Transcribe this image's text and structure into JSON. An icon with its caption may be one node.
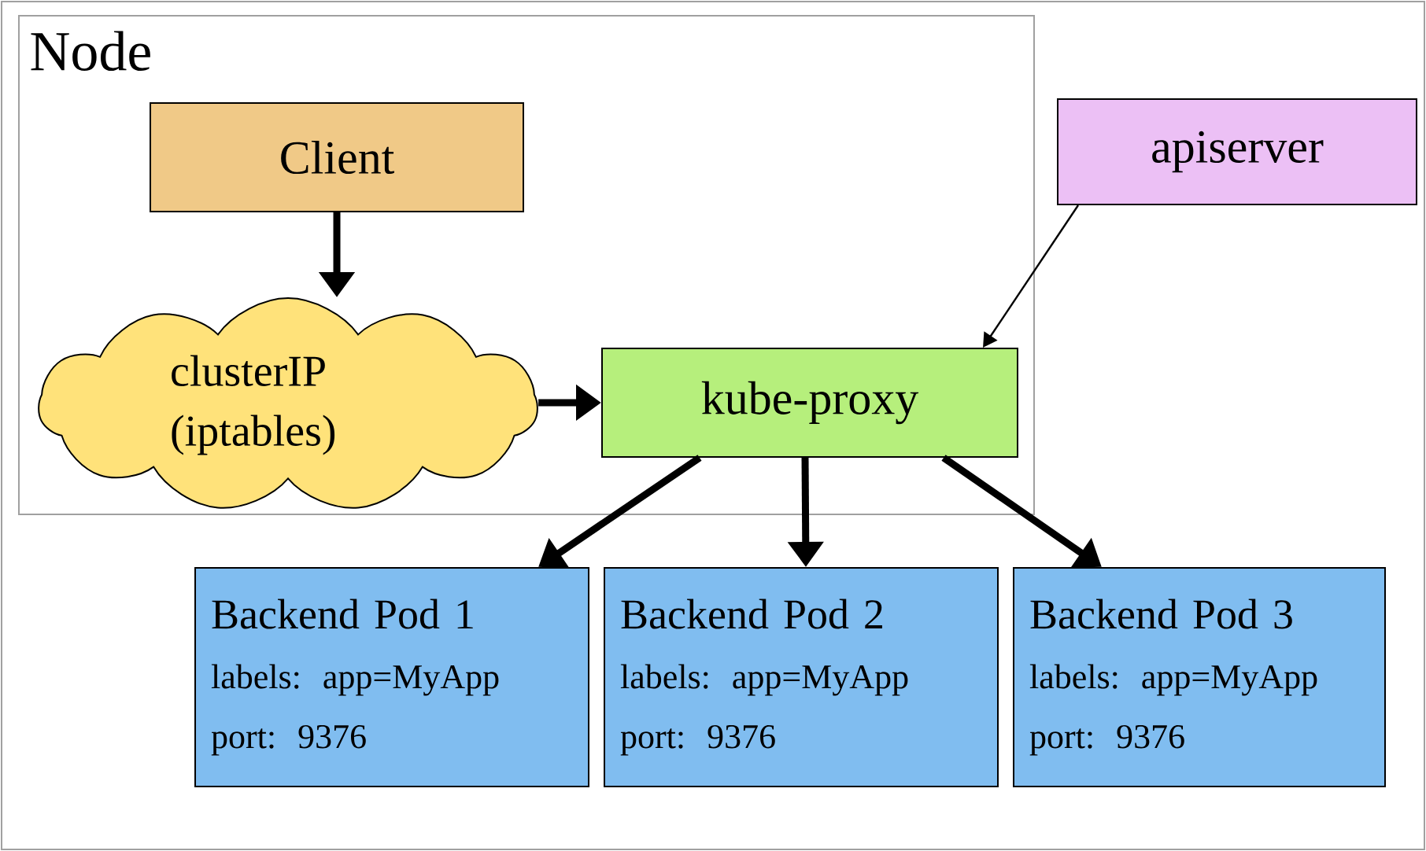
{
  "diagram": {
    "nodes": [
      {
        "text": [
          "Node"
        ]
      },
      {
        "text": [
          "Client"
        ],
        "in": 0
      },
      {
        "text": [
          "clusterIP (iptables)"
        ],
        "in": 0
      },
      {
        "text": [
          "kube-proxy"
        ],
        "in": 0
      },
      {
        "text": [
          "apiserver"
        ]
      },
      {
        "text": [
          "Backend Pod 1",
          "labels: app=MyApp",
          "port: 9376"
        ]
      },
      {
        "text": [
          "Backend Pod 2",
          "labels: app=MyApp",
          "port: 9376"
        ]
      },
      {
        "text": [
          "Backend Pod 3",
          "labels: app=MyApp",
          "port: 9376"
        ]
      }
    ],
    "edges": [
      {
        "from": 1,
        "to": 2,
        "arrow": "to"
      },
      {
        "from": 2,
        "to": 3,
        "arrow": "to"
      },
      {
        "from": 4,
        "to": 3,
        "arrow": "to"
      },
      {
        "from": 3,
        "to": 5,
        "arrow": "to"
      },
      {
        "from": 3,
        "to": 6,
        "arrow": "to"
      },
      {
        "from": 3,
        "to": 7,
        "arrow": "to"
      }
    ]
  }
}
